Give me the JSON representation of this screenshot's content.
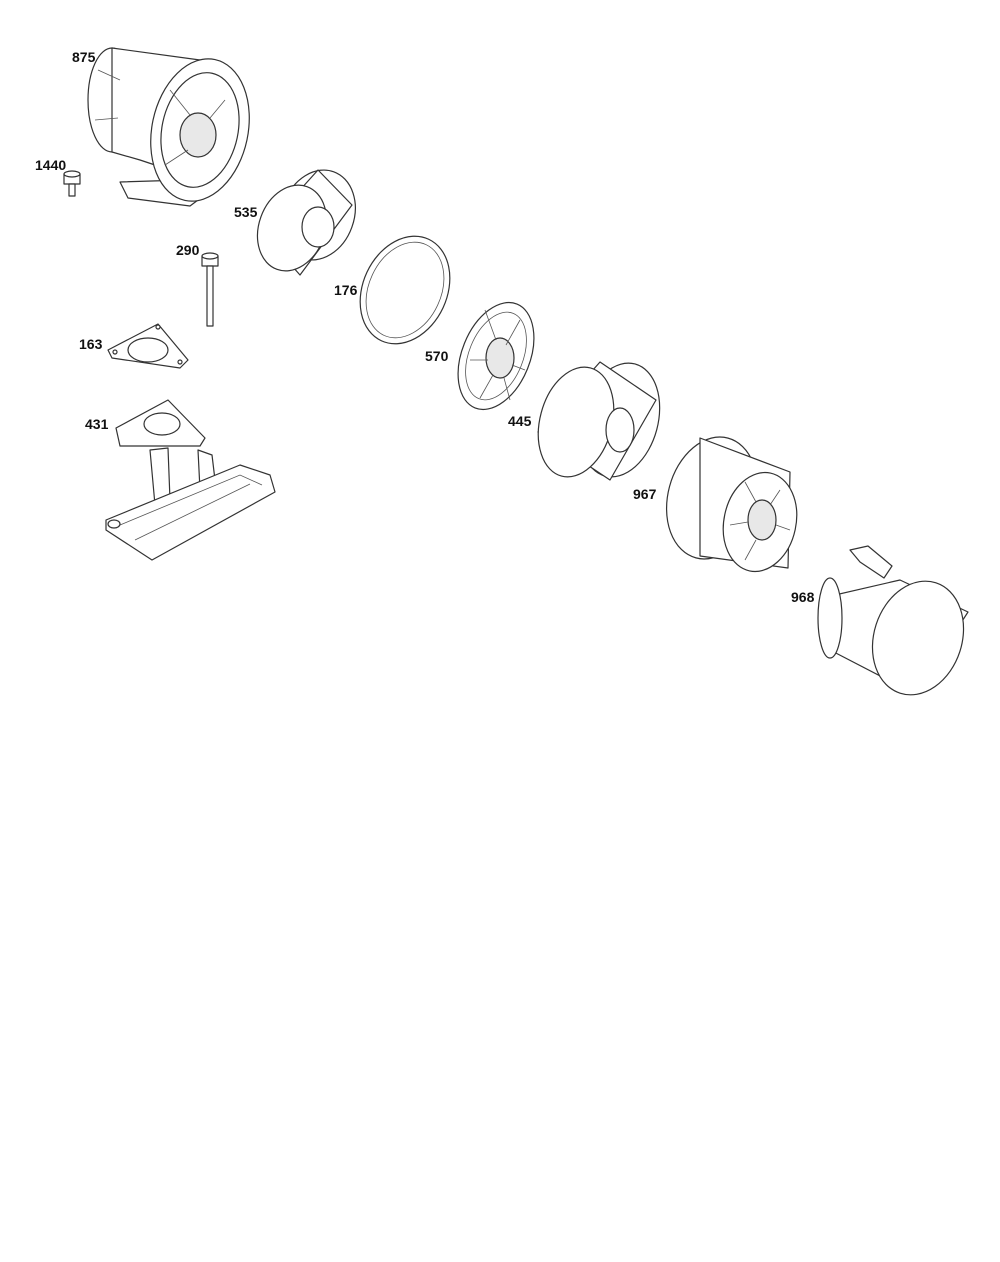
{
  "diagram": {
    "parts": [
      {
        "id": "875",
        "label": "875",
        "icon": "air-cleaner-housing-icon"
      },
      {
        "id": "1440",
        "label": "1440",
        "icon": "screw-icon"
      },
      {
        "id": "535",
        "label": "535",
        "icon": "foam-pre-cleaner-icon"
      },
      {
        "id": "290",
        "label": "290",
        "icon": "bolt-icon"
      },
      {
        "id": "176",
        "label": "176",
        "icon": "seal-ring-icon"
      },
      {
        "id": "163",
        "label": "163",
        "icon": "gasket-icon"
      },
      {
        "id": "570",
        "label": "570",
        "icon": "filter-support-icon"
      },
      {
        "id": "431",
        "label": "431",
        "icon": "bracket-icon"
      },
      {
        "id": "445",
        "label": "445",
        "icon": "filter-element-icon"
      },
      {
        "id": "967",
        "label": "967",
        "icon": "inner-filter-icon"
      },
      {
        "id": "968",
        "label": "968",
        "icon": "cover-icon"
      }
    ]
  }
}
